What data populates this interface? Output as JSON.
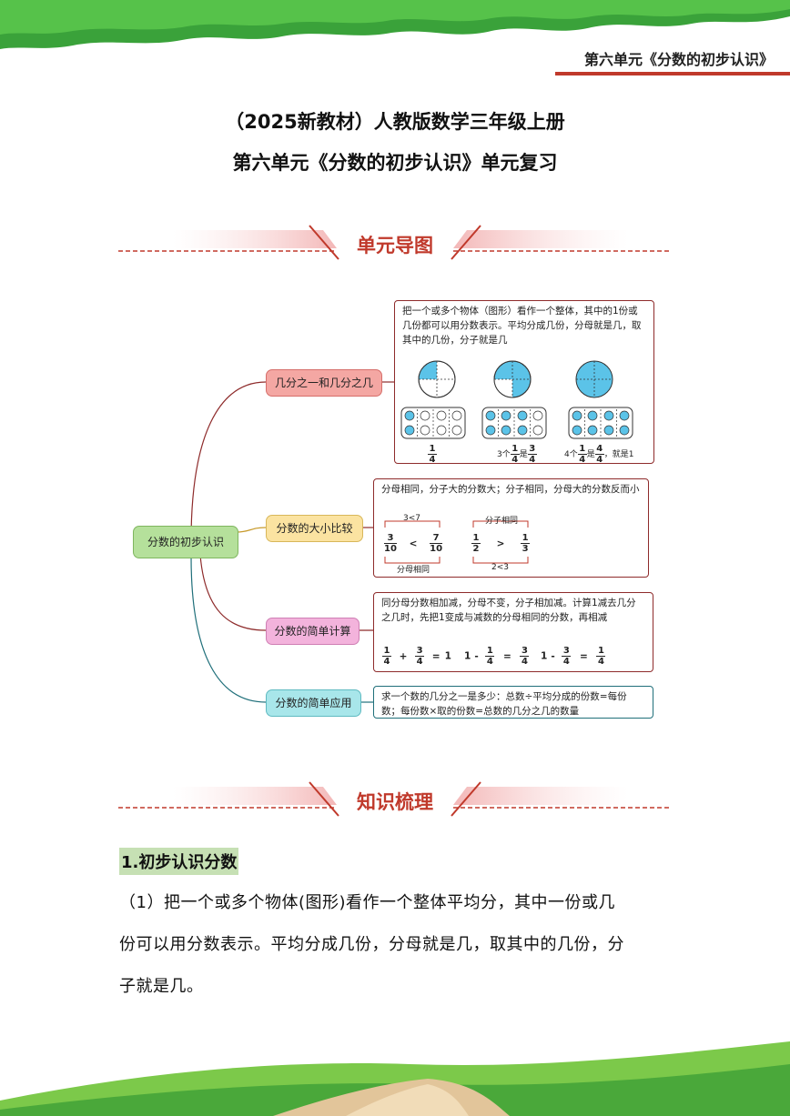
{
  "header": {
    "running_title": "第六单元《分数的初步认识》"
  },
  "title": {
    "line1": "（2025新教材）人教版数学三年级上册",
    "line2": "第六单元《分数的初步认识》单元复习"
  },
  "sections": {
    "map_heading": "单元导图",
    "knowledge_heading": "知识梳理"
  },
  "mindmap": {
    "root": "分数的初步认识",
    "branches": [
      {
        "label": "几分之一和几分之几",
        "color": "#f4a7a3"
      },
      {
        "label": "分数的大小比较",
        "color": "#fbe3a1"
      },
      {
        "label": "分数的简单计算",
        "color": "#f3b3dc"
      },
      {
        "label": "分数的简单应用",
        "color": "#a8e6ea"
      }
    ],
    "root_color": "#b5e09b",
    "panel1": {
      "text": "把一个或多个物体（图形）看作一个整体，其中的1份或几份都可以用分数表示。平均分成几份，分母就是几，取其中的几份，分子就是几",
      "label_a": {
        "num": "1",
        "den": "4"
      },
      "label_b": {
        "prefix": "3个",
        "num1": "1",
        "den1": "4",
        "mid": "是",
        "num2": "3",
        "den2": "4"
      },
      "label_c": {
        "prefix": "4个",
        "num1": "1",
        "den1": "4",
        "mid": "是",
        "num2": "4",
        "den2": "4",
        "suffix": "，就是1"
      }
    },
    "panel2": {
      "text": "分母相同，分子大的分数大；分子相同，分母大的分数反而小",
      "left": {
        "top_note": "3<7",
        "a_num": "3",
        "a_den": "10",
        "op": "<",
        "b_num": "7",
        "b_den": "10",
        "bottom_note": "分母相同"
      },
      "right": {
        "top_note": "分子相同",
        "a_num": "1",
        "a_den": "2",
        "op": ">",
        "b_num": "1",
        "b_den": "3",
        "bottom_note": "2<3"
      }
    },
    "panel3": {
      "text": "同分母分数相加减，分母不变，分子相加减。计算1减去几分之几时，先把1变成与减数的分母相同的分数，再相减",
      "eq1": {
        "a_num": "1",
        "a_den": "4",
        "op": "+",
        "b_num": "3",
        "b_den": "4",
        "result": "1"
      },
      "eq2": {
        "whole": "1",
        "op": "-",
        "b_num": "1",
        "b_den": "4",
        "r_num": "3",
        "r_den": "4"
      },
      "eq3": {
        "whole": "1",
        "op": "-",
        "b_num": "3",
        "b_den": "4",
        "r_num": "1",
        "r_den": "4"
      }
    },
    "panel4": {
      "text": "求一个数的几分之一是多少：总数÷平均分成的份数=每份数；每份数×取的份数=总数的几分之几的数量"
    }
  },
  "knowledge": {
    "heading": "1.初步认识分数",
    "para_line1": "（1）把一个或多个物体(图形)看作一个整体平均分，其中一份或几",
    "para_line2": "份可以用分数表示。平均分成几份，分母就是几，取其中的几份，分",
    "para_line3": "子就是几。"
  },
  "colors": {
    "accent_red": "#c0392b",
    "fill_blue": "#5bc3e8",
    "grass_green": "#49b33a"
  }
}
